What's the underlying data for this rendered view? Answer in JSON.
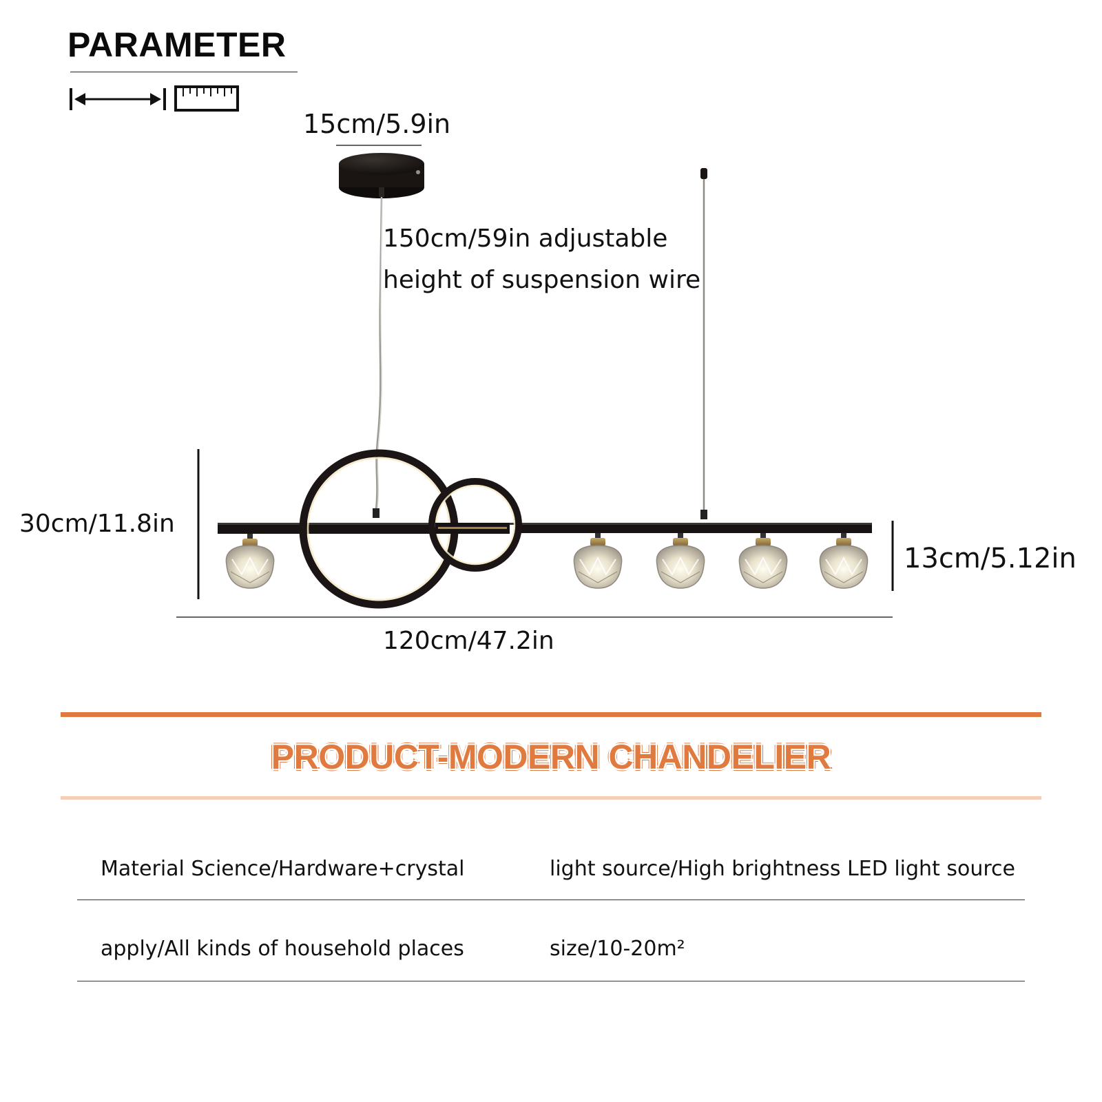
{
  "heading": "PARAMETER",
  "icons": {
    "measure_arrow": "double-arrow-icon",
    "ruler": "ruler-icon"
  },
  "dimensions": {
    "canopy": "15cm/5.9in",
    "wire_line1": "150cm/59in adjustable",
    "wire_line2": "height of suspension wire",
    "height": "30cm/11.8in",
    "shade": "13cm/5.12in",
    "length": "120cm/47.2in"
  },
  "banner": {
    "title": "PRODUCT-MODERN CHANDELIER",
    "accent_color": "#e07a3e",
    "light_accent_color": "#f6cdb6"
  },
  "specs": {
    "material": "Material Science/Hardware+crystal",
    "light_source": "light source/High brightness LED light source",
    "apply": "apply/All kinds of household places",
    "size": "size/10-20m²"
  }
}
